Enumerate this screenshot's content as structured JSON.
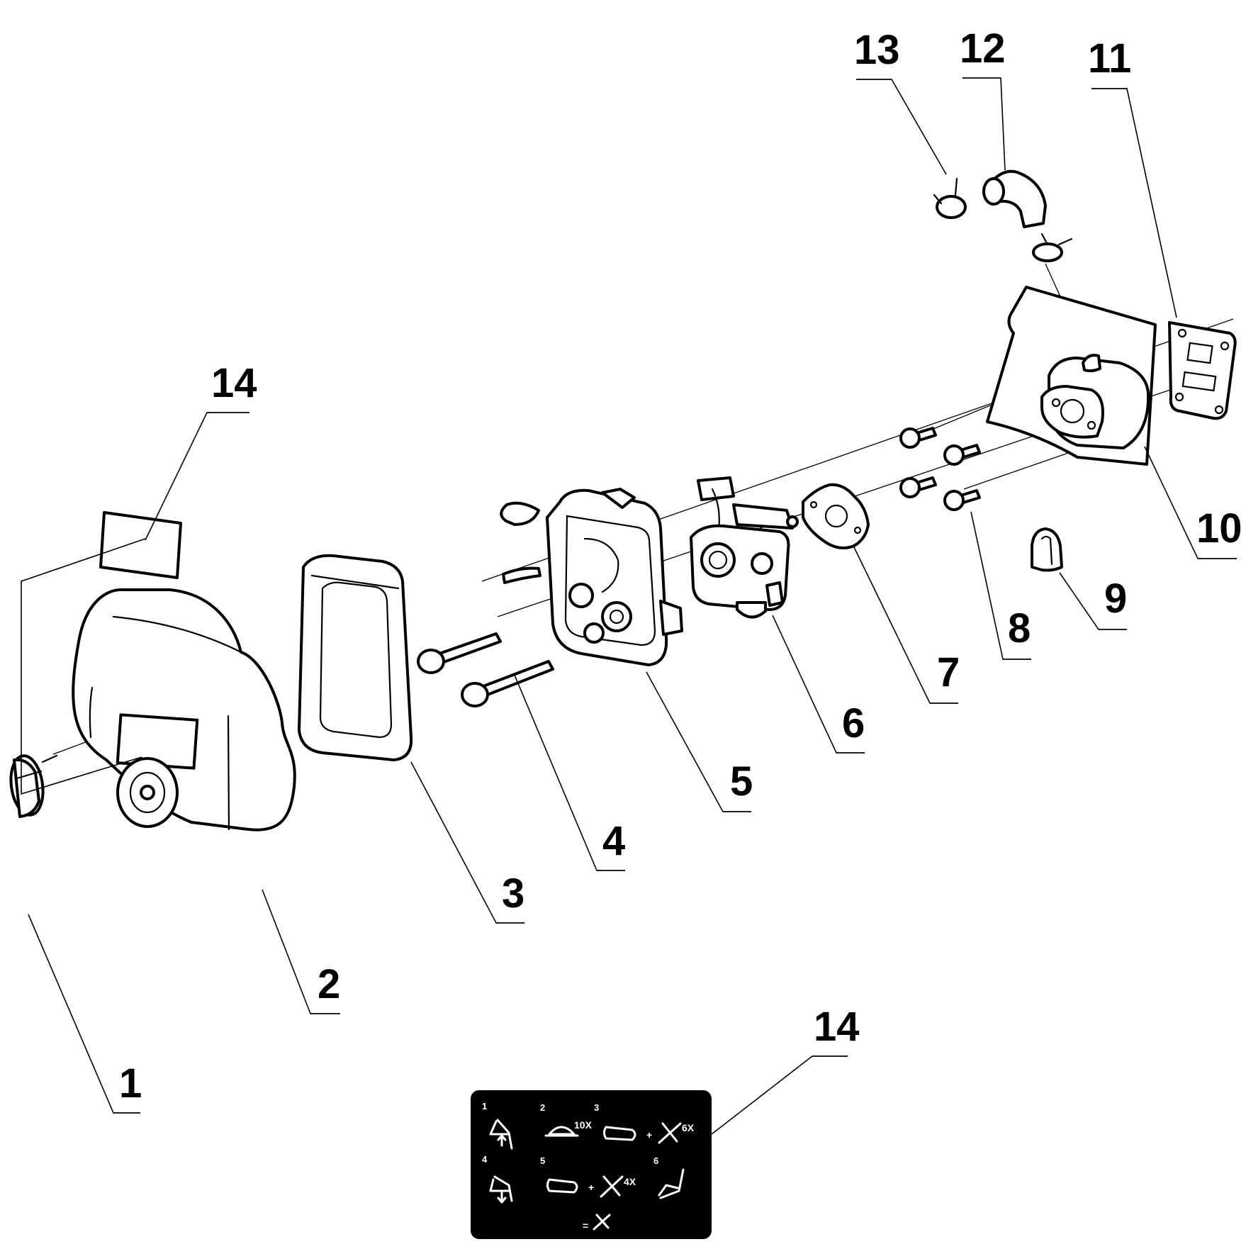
{
  "callouts": [
    {
      "id": "c1",
      "label": "1"
    },
    {
      "id": "c2",
      "label": "2"
    },
    {
      "id": "c3",
      "label": "3"
    },
    {
      "id": "c4",
      "label": "4"
    },
    {
      "id": "c5",
      "label": "5"
    },
    {
      "id": "c6",
      "label": "6"
    },
    {
      "id": "c7",
      "label": "7"
    },
    {
      "id": "c8",
      "label": "8"
    },
    {
      "id": "c9",
      "label": "9"
    },
    {
      "id": "c10",
      "label": "10"
    },
    {
      "id": "c11",
      "label": "11"
    },
    {
      "id": "c12",
      "label": "12"
    },
    {
      "id": "c13",
      "label": "13"
    },
    {
      "id": "c14a",
      "label": "14"
    },
    {
      "id": "c14b",
      "label": "14"
    }
  ],
  "decal": {
    "steps": [
      "1",
      "2",
      "3",
      "4",
      "5",
      "6"
    ],
    "repeat_10x": "10X",
    "repeat_6x": "6X",
    "repeat_4x": "4X",
    "plus": "+",
    "equals": "="
  },
  "colors": {
    "ink": "#000000",
    "paper": "#ffffff"
  }
}
